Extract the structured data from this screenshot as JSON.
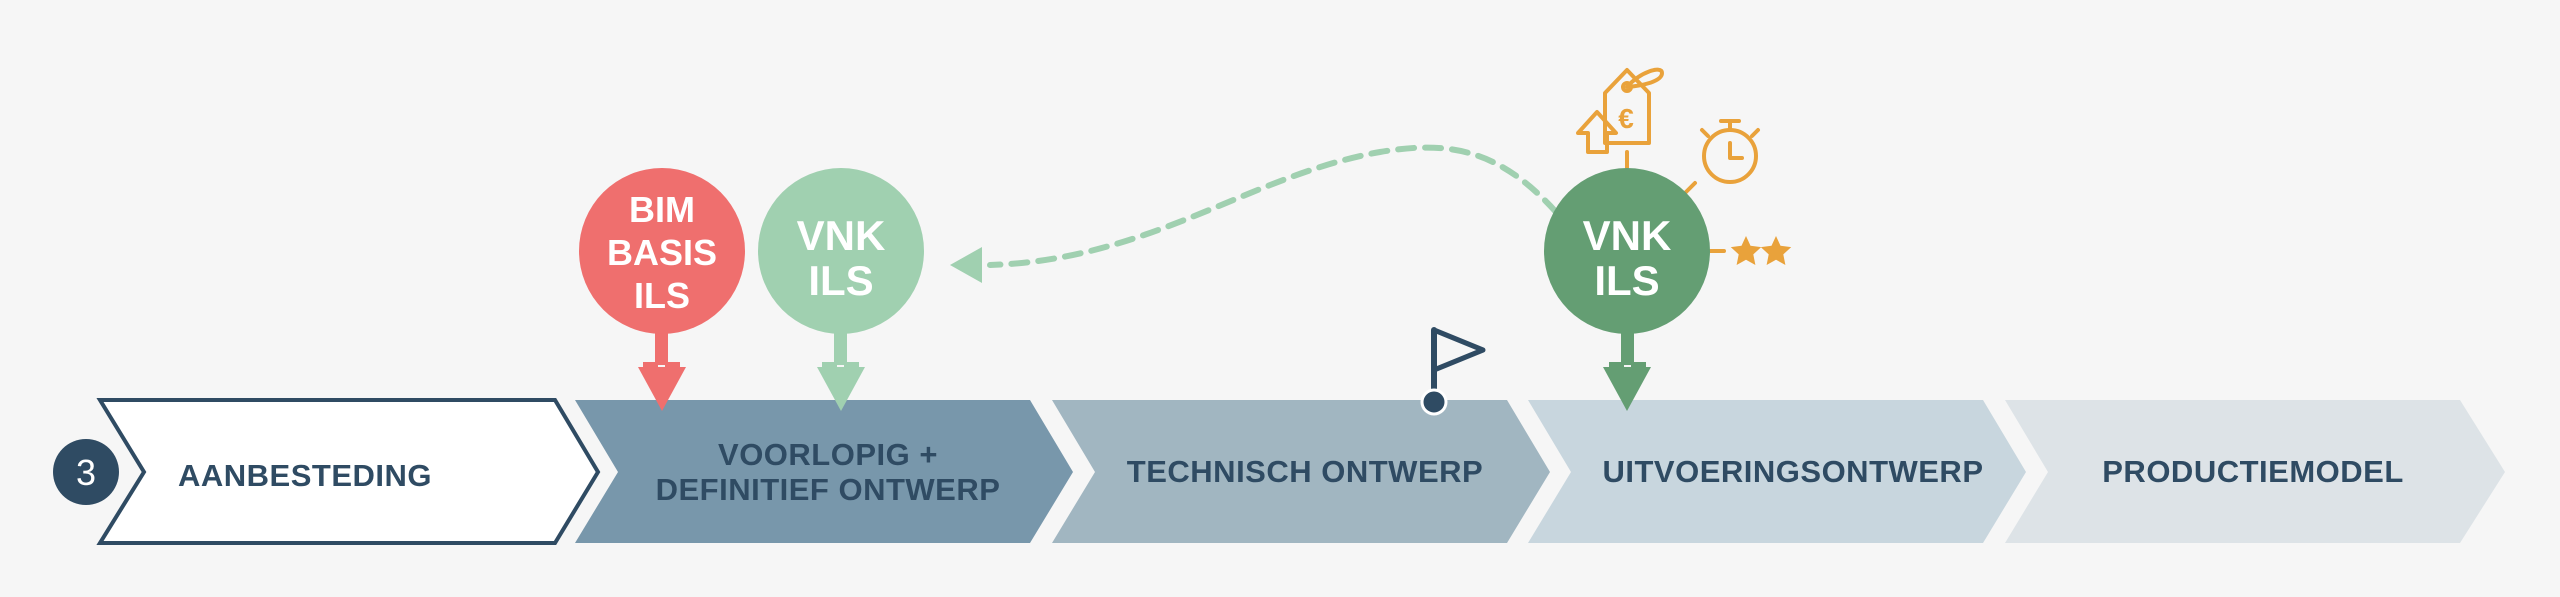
{
  "step_number": "3",
  "phases": [
    {
      "label": "AANBESTEDING"
    },
    {
      "label_lines": [
        "VOORLOPIG +",
        "DEFINITIEF ONTWERP"
      ]
    },
    {
      "label": "TECHNISCH ONTWERP"
    },
    {
      "label": "UITVOERINGSONTWERP"
    },
    {
      "label": "PRODUCTIEMODEL"
    }
  ],
  "pins": [
    {
      "lines": [
        "BIM",
        "BASIS",
        "ILS"
      ],
      "color": "#ef6f6e"
    },
    {
      "lines": [
        "VNK",
        "ILS"
      ],
      "color": "#a0d0b0"
    },
    {
      "lines": [
        "VNK",
        "ILS"
      ],
      "color": "#649e73"
    }
  ],
  "colors": {
    "outline": "#2f4b63",
    "phase_2": "#7897ab",
    "phase_3": "#a1b6c1",
    "phase_4": "#c8d6de",
    "phase_5": "#dde3e7",
    "accent_orange": "#e9a23b",
    "dashed_arrow": "#a0d0b0"
  },
  "icons": [
    "step-badge",
    "flag-icon",
    "house-icon",
    "price-tag-euro-icon",
    "stopwatch-icon",
    "star-icon",
    "star-icon"
  ]
}
